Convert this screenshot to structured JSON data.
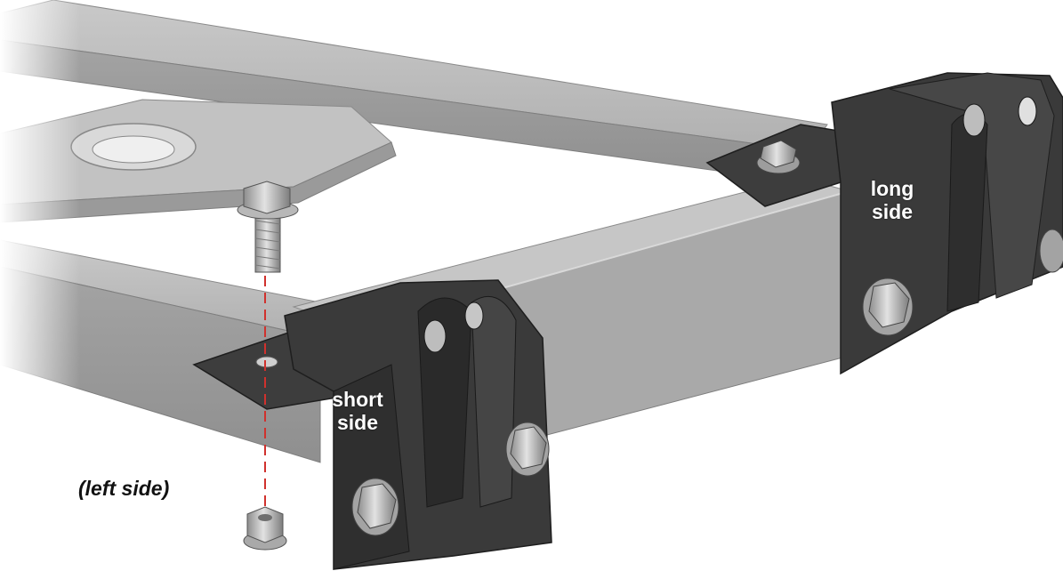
{
  "labels": {
    "long_side": [
      "long",
      "side"
    ],
    "short_side": [
      "short",
      "side"
    ],
    "caption": "(left side)"
  },
  "colors": {
    "frame_metal": "#b4b4b4",
    "bracket": "#3a3a3a",
    "hardware": "#c8c8c8",
    "guide_line": "#d0312d"
  },
  "icons": [
    "hex-bolt-icon",
    "flange-nut-icon",
    "carriage-bolt-icon"
  ]
}
